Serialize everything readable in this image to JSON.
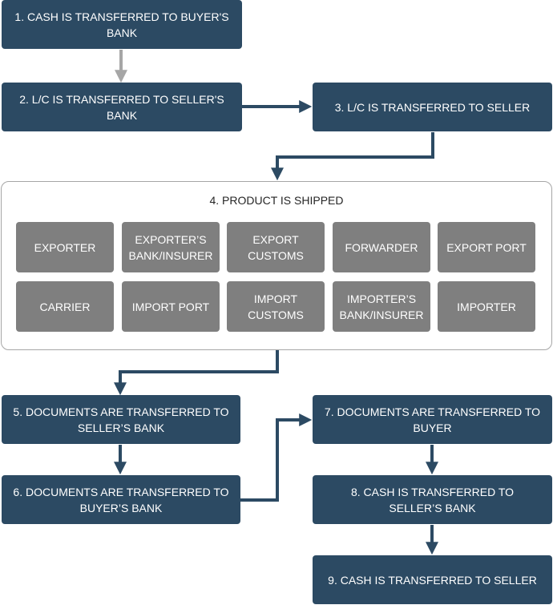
{
  "steps": {
    "s1": "1. CASH IS TRANSFERRED TO BUYER'S BANK",
    "s2": "2. L/C IS TRANSFERRED TO SELLER'S BANK",
    "s3": "3. L/C IS TRANSFERRED TO SELLER",
    "s4": "4. PRODUCT IS SHIPPED",
    "s5": "5. DOCUMENTS ARE TRANSFERRED TO SELLER’S BANK",
    "s6": "6. DOCUMENTS ARE TRANSFERRED TO BUYER’S BANK",
    "s7": "7. DOCUMENTS ARE TRANSFERRED TO BUYER",
    "s8": "8. CASH IS TRANSFERRED TO SELLER’S BANK",
    "s9": "9. CASH IS TRANSFERRED TO SELLER"
  },
  "parties": [
    "EXPORTER",
    "EXPORTER’S BANK/INSURER",
    "EXPORT CUSTOMS",
    "FORWARDER",
    "EXPORT PORT",
    "CARRIER",
    "IMPORT PORT",
    "IMPORT CUSTOMS",
    "IMPORTER’S BANK/INSURER",
    "IMPORTER"
  ],
  "colors": {
    "step_fill": "#2c4a63",
    "party_fill": "#7f7f7f",
    "arrow": "#2c4a63",
    "first_arrow": "#a6a6a6",
    "container_border": "#a6a6a6"
  }
}
